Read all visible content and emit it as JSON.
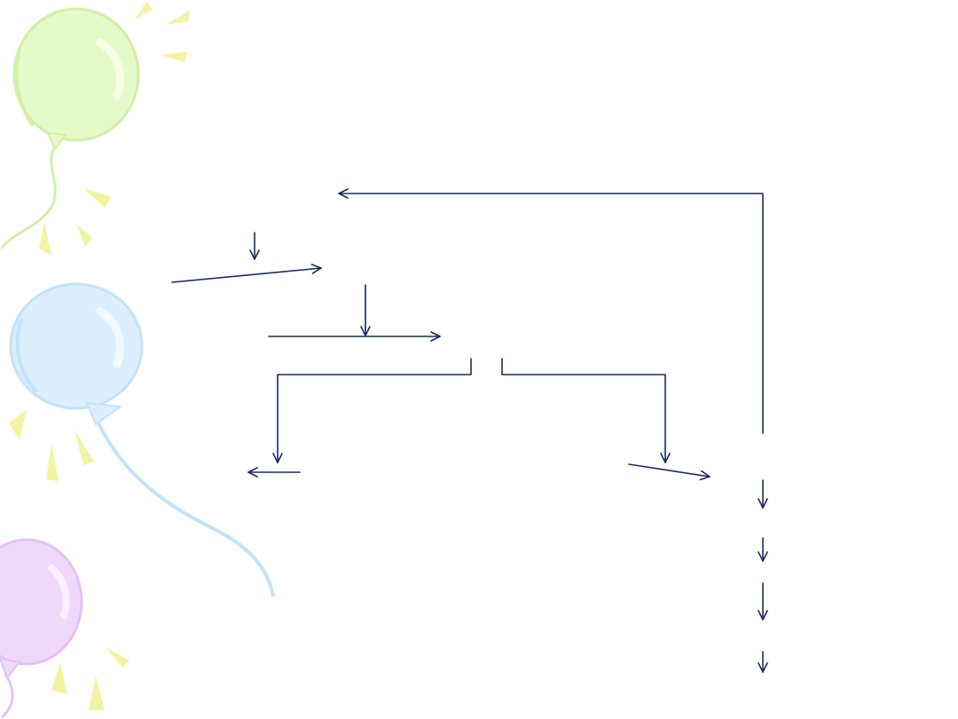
{
  "slide": {
    "background_color": "#ffffff",
    "arrow_color": "#1a2a5e",
    "decoration": {
      "balloons": [
        {
          "name": "green-balloon",
          "fill": "#e6f9c8",
          "stroke": "#d2efa8",
          "highlight": "#f6ffe6"
        },
        {
          "name": "blue-balloon",
          "fill": "#dcefff",
          "stroke": "#c3e2fb",
          "highlight": "#f1f9ff"
        },
        {
          "name": "purple-balloon",
          "fill": "#f0d8fb",
          "stroke": "#e4c2f6",
          "highlight": "#faf0ff"
        }
      ],
      "sun_ray_color": "#f3f3a4"
    }
  }
}
